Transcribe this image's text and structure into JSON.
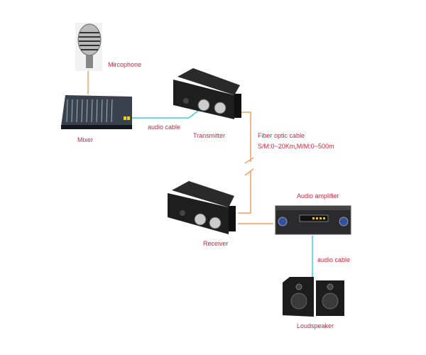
{
  "labels": {
    "microphone": "Mircophone",
    "mixer": "Mixer",
    "audio_cable_1": "audio cable",
    "transmitter": "Transmitter",
    "fiber_title": "Fiber optic cable",
    "fiber_spec": "S/M:0~20Km,M/M:0~500m",
    "receiver": "Receiver",
    "amplifier": "Audio amplifier",
    "audio_cable_2": "audio cable",
    "loudspeaker": "Loudspeaker"
  },
  "colors": {
    "label": "#c8283c",
    "fiber_cable": "#f0a060",
    "audio_cable": "#40d0d8",
    "device": "#1e1e1e"
  }
}
